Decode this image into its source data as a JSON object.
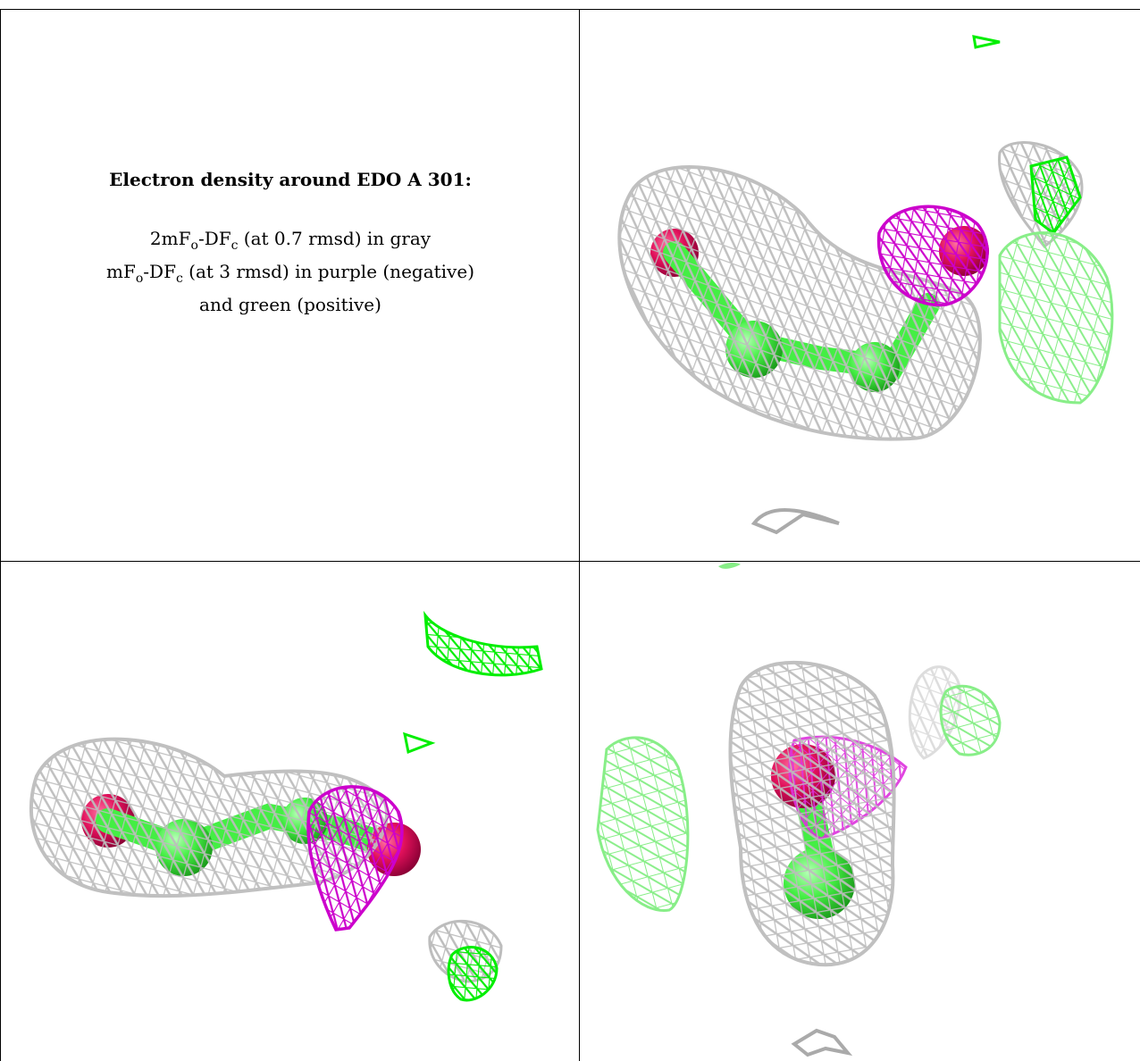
{
  "caption": {
    "title": "Electron density around EDO A 301:",
    "line1_pre": "2mF",
    "line1_sub1": "o",
    "line1_mid": "-DF",
    "line1_sub2": "c",
    "line1_post": " (at 0.7 rmsd) in gray",
    "line2_pre": "mF",
    "line2_sub1": "o",
    "line2_mid": "-DF",
    "line2_sub2": "c",
    "line2_post": " (at 3 rmsd) in purple (negative)",
    "line3": "and green (positive)"
  },
  "colors": {
    "gray_mesh": "#bdbdbd",
    "negative_mesh": "#cc00cc",
    "positive_mesh": "#00ee00",
    "positive_mesh_light": "#88ee88",
    "oxygen_atom": "#e0105a",
    "carbon_atom": "#44ee44"
  },
  "views": [
    {
      "name": "view-top-right"
    },
    {
      "name": "view-bottom-left"
    },
    {
      "name": "view-bottom-right"
    }
  ]
}
